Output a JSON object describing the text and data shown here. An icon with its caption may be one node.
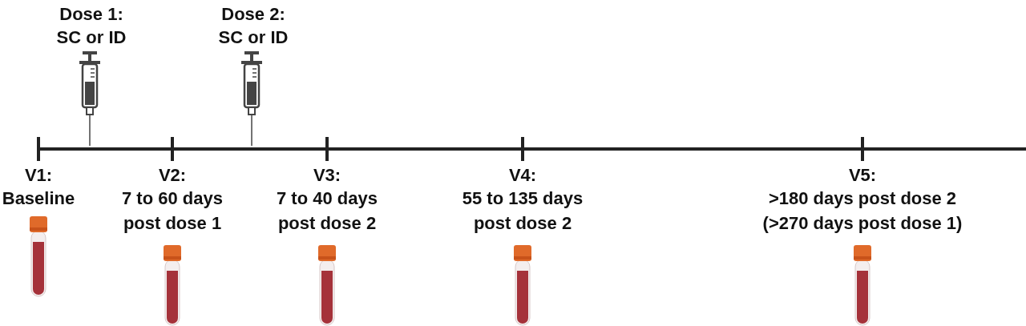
{
  "diagram": {
    "labels": [
      "Dose 1:",
      "SC or ID",
      "Dose 2:",
      "SC or ID",
      "V1:",
      "Baseline",
      "V2:",
      "7 to 60 days post dose 1",
      "V3:",
      "7 to 40 days post dose 2",
      "V4:",
      "55 to 135 days post dose 2",
      "V5:",
      ">180 days post dose 2 (>270 days post dose 1)"
    ]
  }
}
